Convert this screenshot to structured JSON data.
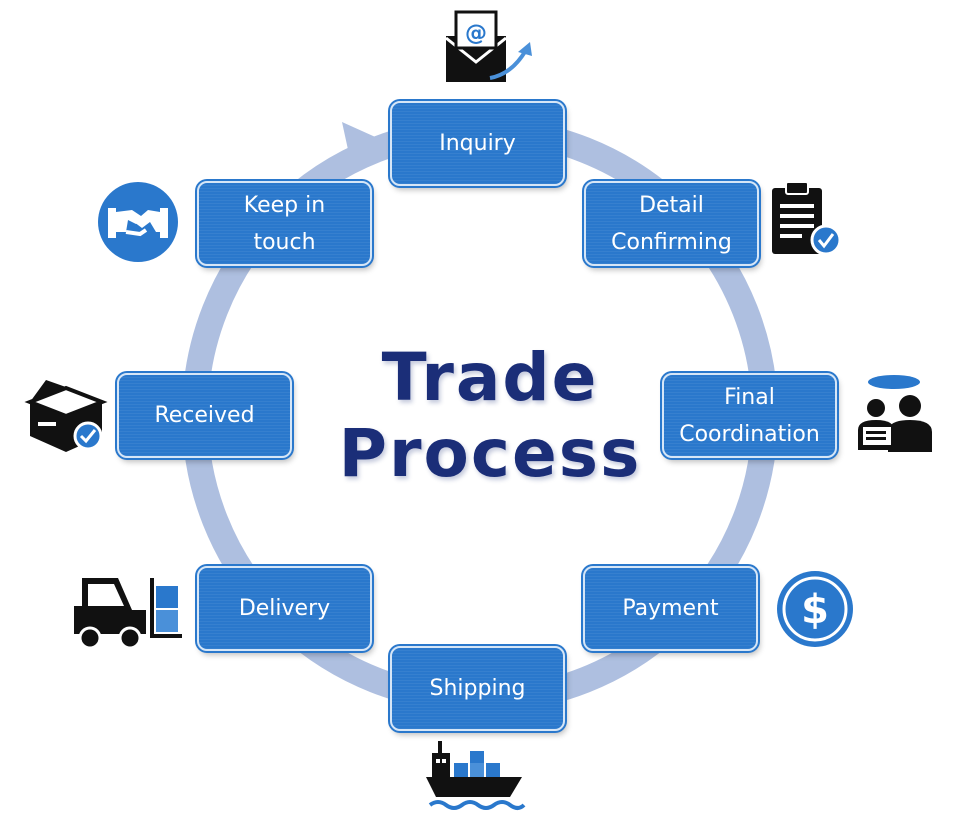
{
  "title": {
    "line1": "Trade",
    "line2": "Process"
  },
  "steps": [
    {
      "label": "Inquiry",
      "icon": "email-icon"
    },
    {
      "label": "Detail\nConfirming",
      "icon": "clipboard-check-icon"
    },
    {
      "label": "Final\nCoordination",
      "icon": "meeting-icon"
    },
    {
      "label": "Payment",
      "icon": "dollar-icon"
    },
    {
      "label": "Shipping",
      "icon": "ship-icon"
    },
    {
      "label": "Delivery",
      "icon": "forklift-icon"
    },
    {
      "label": "Received",
      "icon": "package-check-icon"
    },
    {
      "label": "Keep in\ntouch",
      "icon": "handshake-icon"
    }
  ],
  "colors": {
    "box": "#2a78cc",
    "ring": "#aebfe0",
    "title": "#1b2e78",
    "icon": "#111111"
  }
}
